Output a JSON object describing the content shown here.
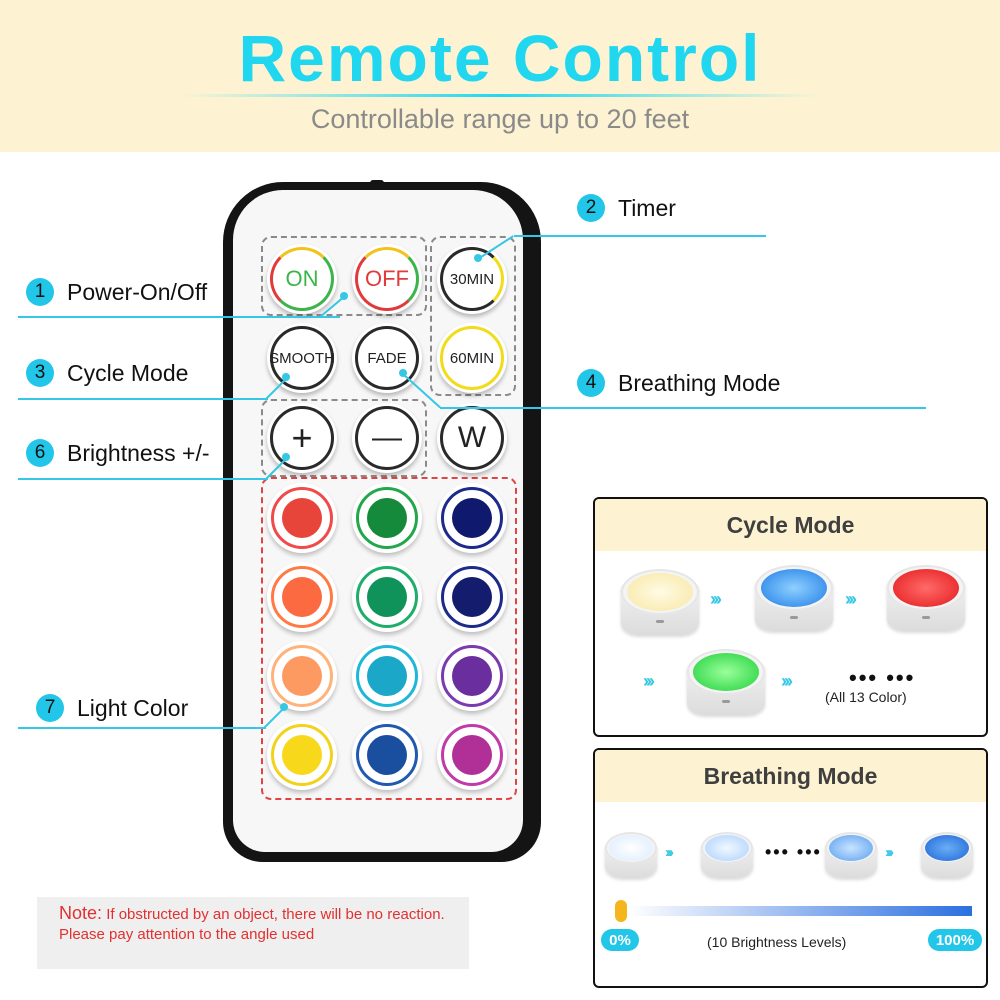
{
  "header": {
    "title": "Remote Control",
    "subtitle": "Controllable range up to 20 feet"
  },
  "remote": {
    "buttons": {
      "on": "ON",
      "off": "OFF",
      "timer_30": "30MIN",
      "timer_60": "60MIN",
      "smooth": "SMOOTH",
      "fade": "FADE",
      "plus": "+",
      "minus": "—",
      "white": "W"
    },
    "color_buttons": [
      {
        "ring": "#f04a4a",
        "dot": "#e8453a"
      },
      {
        "ring": "#22a84a",
        "dot": "#148a3a"
      },
      {
        "ring": "#1c2a8a",
        "dot": "#0f1a6e"
      },
      {
        "ring": "#ff7a45",
        "dot": "#fb6a40"
      },
      {
        "ring": "#1fae6a",
        "dot": "#10935a"
      },
      {
        "ring": "#1c2a8a",
        "dot": "#141c6e"
      },
      {
        "ring": "#ffb27a",
        "dot": "#fd9a62"
      },
      {
        "ring": "#1fb7d8",
        "dot": "#1aa7c8"
      },
      {
        "ring": "#7a3ab0",
        "dot": "#6a2e9e"
      },
      {
        "ring": "#f2d21a",
        "dot": "#f8d81a"
      },
      {
        "ring": "#1f5ab0",
        "dot": "#1a4e9e"
      },
      {
        "ring": "#c03aa8",
        "dot": "#b03098"
      }
    ]
  },
  "callouts": [
    {
      "number": "1",
      "label": "Power-On/Off"
    },
    {
      "number": "2",
      "label": "Timer"
    },
    {
      "number": "3",
      "label": "Cycle Mode"
    },
    {
      "number": "4",
      "label": "Breathing Mode"
    },
    {
      "number": "6",
      "label": "Brightness +/-"
    },
    {
      "number": "7",
      "label": "Light Color"
    }
  ],
  "cycle_panel": {
    "title": "Cycle Mode",
    "ellipsis": "•••  •••",
    "caption": "(All 13 Color)"
  },
  "breathing_panel": {
    "title": "Breathing Mode",
    "ellipsis": "•••  •••",
    "min_label": "0%",
    "max_label": "100%",
    "caption": "(10 Brightness Levels)"
  },
  "note": {
    "label": "Note:",
    "text": "If obstructed by an object, there will be no reaction. Please pay attention to the angle used"
  },
  "colors": {
    "accent": "#21d7f0",
    "callout_line": "#35c7e4",
    "header_bg": "#fdf3d3",
    "note_text": "#e23030"
  }
}
